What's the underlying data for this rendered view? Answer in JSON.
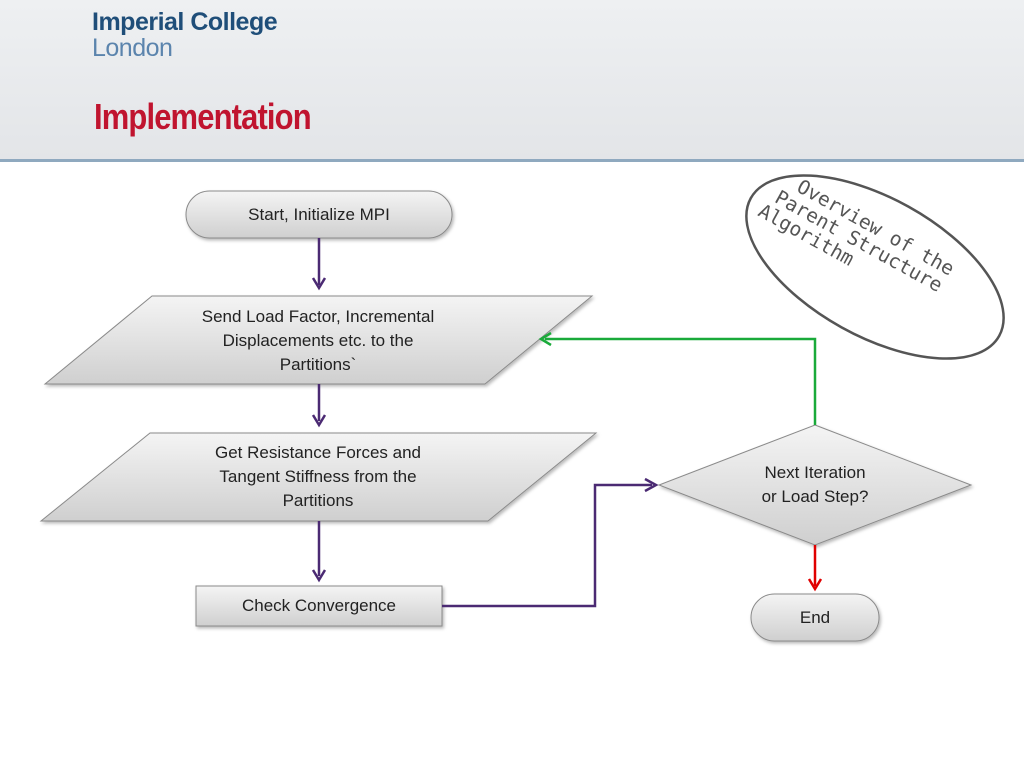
{
  "header": {
    "logo_line1": "Imperial College",
    "logo_line2": "London",
    "title": "Implementation"
  },
  "diagram": {
    "nodes": {
      "start": "Start, Initialize MPI",
      "send": [
        "Send Load Factor, Incremental",
        "Displacements etc. to the",
        "Partitions`"
      ],
      "get": [
        "Get Resistance Forces and",
        "Tangent Stiffness from the",
        "Partitions"
      ],
      "check": "Check Convergence",
      "decision": [
        "Next Iteration",
        "or Load Step?"
      ],
      "end": "End"
    },
    "annotation": [
      "Overview of the",
      "Parent Structure",
      "Algorithm"
    ],
    "colors": {
      "flow_arrow": "#4b2a73",
      "loop_arrow": "#1aaa3a",
      "end_arrow": "#e00000",
      "shape_fill": "#dadada",
      "shape_stroke": "#8a8a8a"
    }
  }
}
